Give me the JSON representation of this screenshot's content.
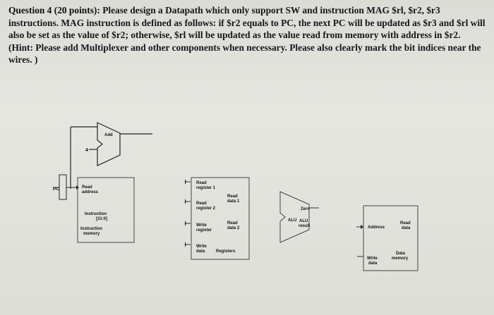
{
  "question": {
    "title": "Question 4 (20 points):",
    "body": "Please design a Datapath which only support SW and instruction MAG $rl, $r2, $r3 instructions. MAG instruction is defined as follows: if $r2 equals to PC, the next PC will be updated as $r3 and $rl will also be set as the value of $r2; otherwise, $rl will be updated as the value read from memory with address in $r2. (Hint: Please add Multiplexer and other components when necessary. Please also clearly mark the bit indices near the wires. )"
  },
  "diagram": {
    "adder": {
      "label": "Add",
      "input_mark": "4"
    },
    "pc": {
      "label": "PC"
    },
    "instruction_memory": {
      "read_address_1": "Read",
      "read_address_2": "address",
      "instruction_1": "Instruction",
      "instruction_2": "[31:0]",
      "name_1": "Instruction",
      "name_2": "memory"
    },
    "registers": {
      "read_reg1_a": "Read",
      "read_reg1_b": "register 1",
      "read_reg2_a": "Read",
      "read_reg2_b": "register 2",
      "write_reg_a": "Write",
      "write_reg_b": "register",
      "write_data_a": "Write",
      "write_data_b": "data",
      "read_data1_a": "Read",
      "read_data1_b": "data 1",
      "read_data2_a": "Read",
      "read_data2_b": "data 2",
      "name": "Registers"
    },
    "alu": {
      "zero": "Zero",
      "alu_left": "ALU",
      "alu_result_a": "ALU",
      "alu_result_b": "result"
    },
    "data_memory": {
      "address": "Address",
      "read_data_a": "Read",
      "read_data_b": "data",
      "write_data_a": "Write",
      "write_data_b": "data",
      "name_a": "Data",
      "name_b": "memory"
    }
  }
}
